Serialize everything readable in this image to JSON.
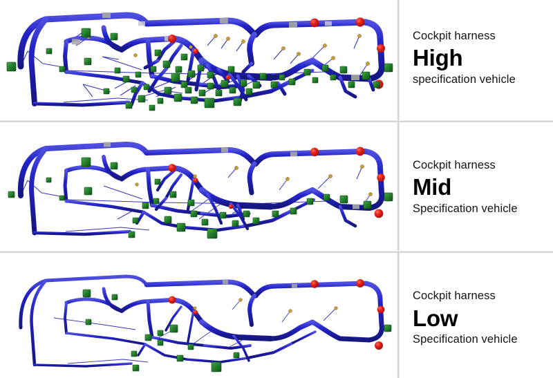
{
  "figure": {
    "title": "Cockpit harness specification comparison",
    "background_color": "#ffffff",
    "divider_color": "#c9c9c9"
  },
  "palette": {
    "harness_blue": "#2323c8",
    "harness_blue_dark": "#1a1a9e",
    "harness_blue_light": "#5a5ae6",
    "thin_wire_blue": "#2b2bb4",
    "connector_green": "#1f7a28",
    "connector_green_light": "#46a447",
    "connector_green_dark": "#145018",
    "node_red": "#e52017",
    "node_red_dark": "#b0140d",
    "clip_tan": "#c79a3a",
    "grommet_grey": "#a8a8a8",
    "text_black": "#121212"
  },
  "panels": [
    {
      "id": "high",
      "caption_top": "Cockpit harness",
      "caption_level": "High",
      "caption_bottom": "specification vehicle",
      "density": "high",
      "description": "Cockpit wiring harness for a high specification vehicle, showing the greatest number of branches and connectors",
      "counts": {
        "green_connectors": 54,
        "red_nodes": 7,
        "tan_clips": 12,
        "branch_wires": 62
      },
      "trunk_width": 9,
      "branch_width": 5,
      "wire_width": 1.1
    },
    {
      "id": "mid",
      "caption_top": "Cockpit harness",
      "caption_level": "Mid",
      "caption_bottom": "Specification vehicle",
      "density": "mid",
      "description": "Cockpit wiring harness for a mid specification vehicle, with fewer branches and connectors than the high specification",
      "counts": {
        "green_connectors": 30,
        "red_nodes": 7,
        "tan_clips": 7,
        "branch_wires": 36
      },
      "trunk_width": 8,
      "branch_width": 4.2,
      "wire_width": 1.0
    },
    {
      "id": "low",
      "caption_top": "Cockpit harness",
      "caption_level": "Low",
      "caption_bottom": "Specification vehicle",
      "density": "low",
      "description": "Cockpit wiring harness for a low specification vehicle, the sparsest variant with the fewest branches and connectors",
      "counts": {
        "green_connectors": 14,
        "red_nodes": 6,
        "tan_clips": 4,
        "branch_wires": 18
      },
      "trunk_width": 7,
      "branch_width": 3.4,
      "wire_width": 0.9
    }
  ]
}
